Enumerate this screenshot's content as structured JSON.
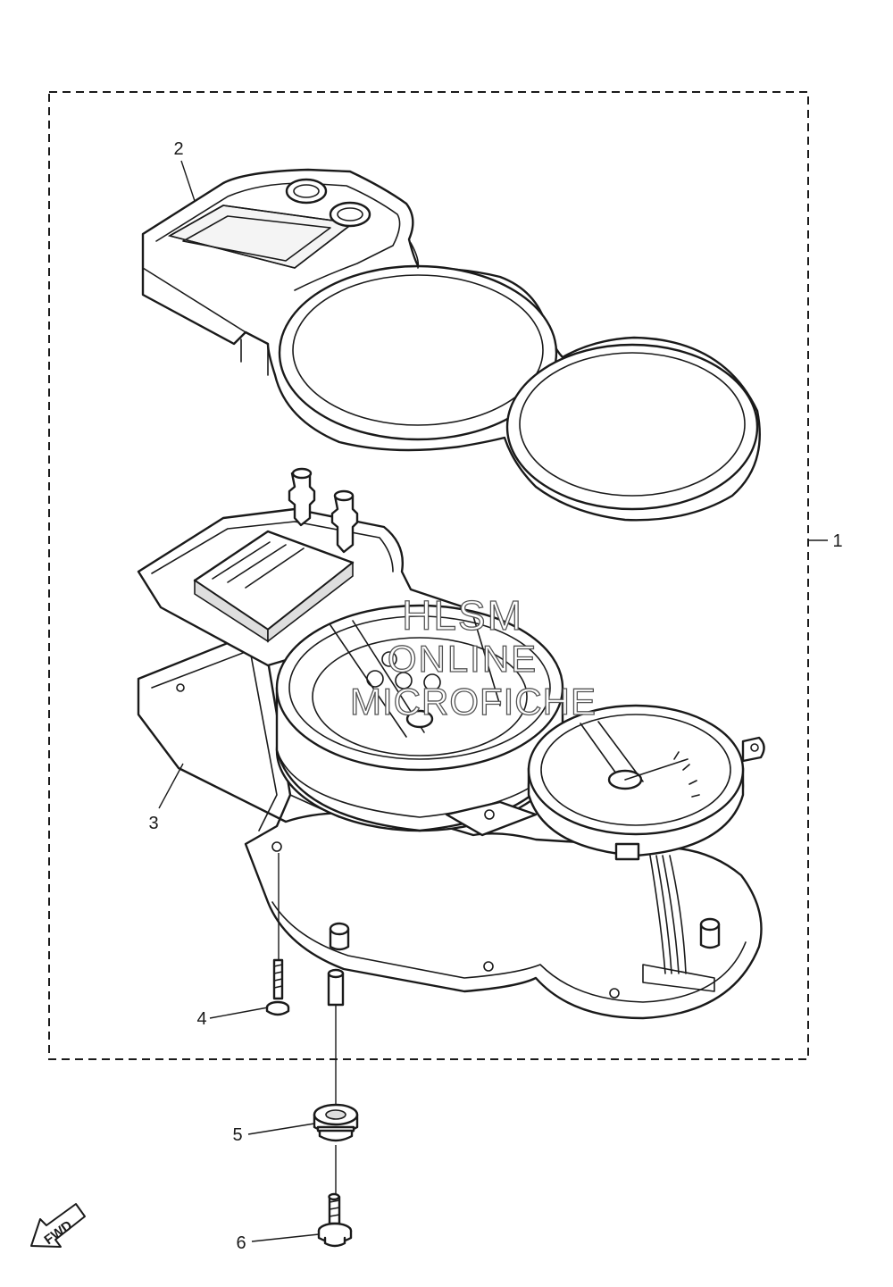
{
  "callouts": [
    {
      "id": "1",
      "label": "1"
    },
    {
      "id": "2",
      "label": "2"
    },
    {
      "id": "3",
      "label": "3"
    },
    {
      "id": "4",
      "label": "4"
    },
    {
      "id": "5",
      "label": "5"
    },
    {
      "id": "6",
      "label": "6"
    }
  ],
  "watermark": {
    "line1": "HLSM",
    "line2": "ONLINE",
    "line3": "MICROFICHE"
  },
  "fwd_marker": {
    "label": "FWD",
    "icon": "fwd-arrow-icon"
  },
  "colors": {
    "line": "#1a1a1a",
    "background": "#ffffff"
  }
}
